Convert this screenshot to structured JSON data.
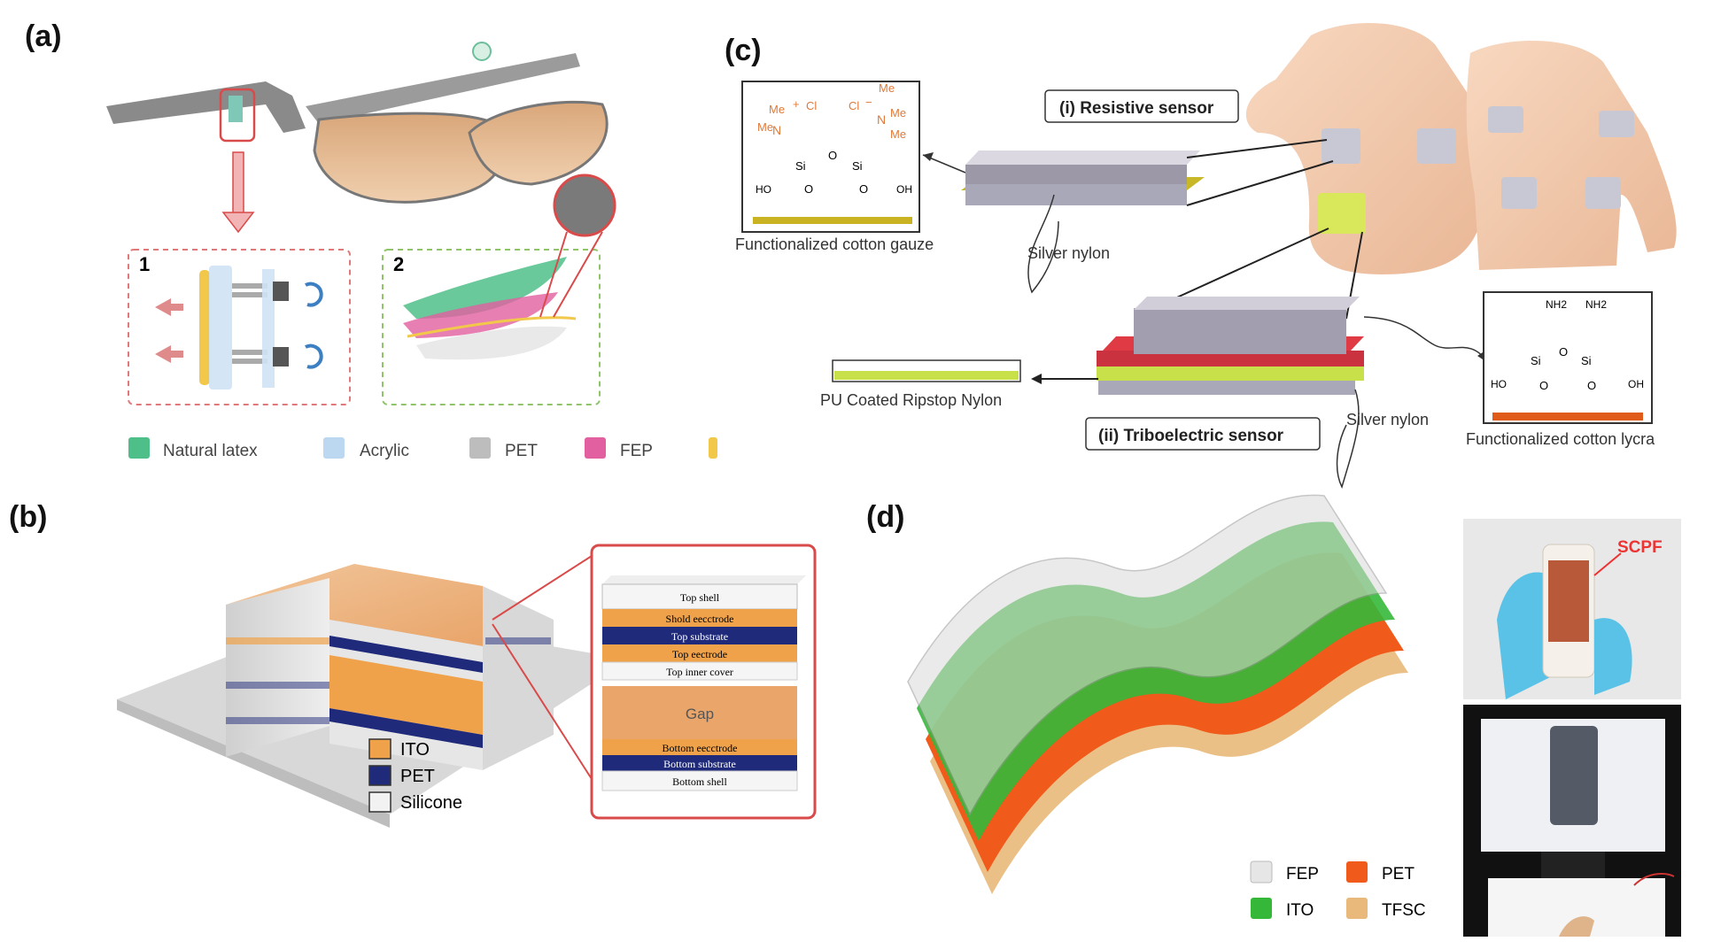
{
  "panel_a": {
    "letter": "(a)",
    "inset_1": "1",
    "inset_2": "2",
    "legend": [
      "Natural latex",
      "Acrylic",
      "PET",
      "FEP"
    ],
    "colors": {
      "latex": "#4fbf8a",
      "acrylic": "#bcd7f0",
      "pet": "#bdbdbd",
      "fep": "#e25fa0",
      "gold": "#f2c84b"
    }
  },
  "panel_b": {
    "letter": "(b)",
    "layers": [
      "Top shell",
      "Shold eecctrode",
      "Top substrate",
      "Top eectrode",
      "Top inner cover",
      "Gap",
      "Bottom eecctrode",
      "Bottom substrate",
      "Bottom shell"
    ],
    "legend": [
      "ITO",
      "PET",
      "Silicone"
    ],
    "colors": {
      "ito": "#f0a24a",
      "pet": "#1f2a7a",
      "silicone": "#f2f2f2"
    }
  },
  "panel_c": {
    "letter": "(c)",
    "resistive_label": "(i) Resistive sensor",
    "triboelectric_label": "(ii) Triboelectric sensor",
    "gauze_caption": "Functionalized cotton gauze",
    "lycra_caption": "Functionalized cotton lycra",
    "silver_nylon_1": "Silver nylon",
    "silver_nylon_2": "Silver nylon",
    "pu_caption": "PU Coated Ripstop Nylon",
    "chem": {
      "me": "Me",
      "cl": "Cl",
      "n": "N",
      "si": "Si",
      "o": "O",
      "oh": "OH",
      "ho": "HO",
      "nh2": "NH2",
      "plus": "+",
      "minus": "−"
    }
  },
  "panel_d": {
    "letter": "(d)",
    "photo_label": "SCPF",
    "legend": [
      "FEP",
      "PET",
      "ITO",
      "TFSC"
    ],
    "colors": {
      "fep": "#e6e6e6",
      "pet": "#f05a1a",
      "ito": "#35b83a",
      "tfsc": "#e8b97a"
    }
  }
}
